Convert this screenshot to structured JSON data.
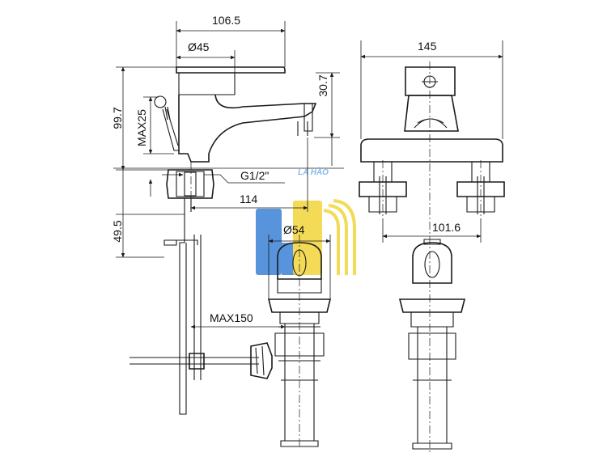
{
  "dimensions": {
    "width_top": "106.5",
    "diameter_45": "Ø45",
    "height_99_7": "99.7",
    "max25": "MAX25",
    "spout_30_7": "30.7",
    "thread": "G1/2\"",
    "reach_114": "114",
    "depth_49_5": "49.5",
    "diameter_54": "Ø54",
    "max150": "MAX150",
    "width_145": "145",
    "centers_101_6": "101.6"
  },
  "watermark": {
    "text": "LA HÀO",
    "colors": {
      "blue": "#3b82d6",
      "yellow": "#f2d53a",
      "light_blue": "#6aaef0"
    }
  },
  "colors": {
    "line": "#1a1a1a",
    "background": "#ffffff"
  }
}
